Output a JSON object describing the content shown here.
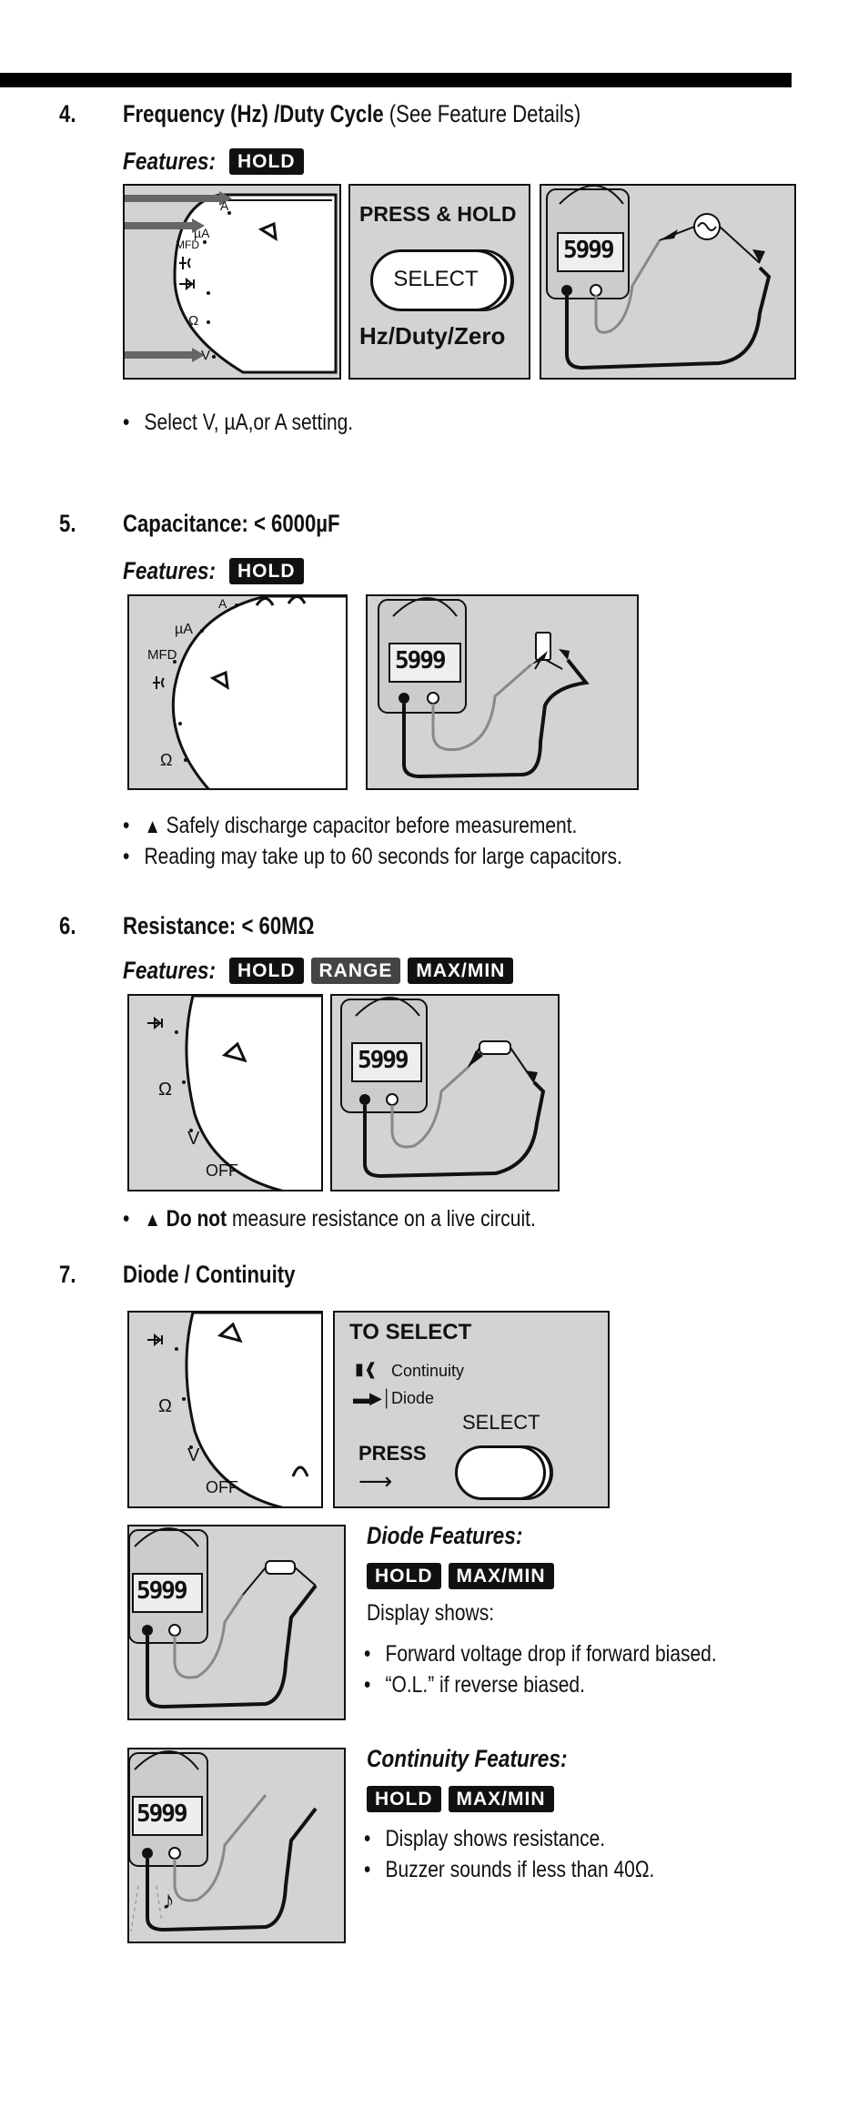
{
  "sec4": {
    "num": "4.",
    "title": "Frequency (Hz) /Duty Cycle",
    "note": " (See Feature Details)",
    "features_label": "Features:",
    "badges": [
      "HOLD"
    ],
    "dial_labels": [
      "A",
      "µA",
      "MFD",
      "Ω",
      "V"
    ],
    "press_hold": "PRESS & HOLD",
    "select": "SELECT",
    "hz": "Hz/Duty/Zero",
    "bullets": [
      "Select V, µA,or A setting."
    ]
  },
  "sec5": {
    "num": "5.",
    "title": "Capacitance: < 6000µF",
    "features_label": "Features:",
    "badges": [
      "HOLD"
    ],
    "dial_labels": [
      "A",
      "µA",
      "MFD",
      "Ω"
    ],
    "bullets": [
      "Safely discharge capacitor before measurement.",
      "Reading may take up to 60 seconds for large capacitors."
    ]
  },
  "sec6": {
    "num": "6.",
    "title": "Resistance: < 60MΩ",
    "features_label": "Features:",
    "badges": [
      "HOLD",
      "RANGE",
      "MAX/MIN"
    ],
    "dial_labels": [
      "Ω",
      "V",
      "OFF"
    ],
    "bullet_bold": "Do not",
    "bullet_rest": " measure resistance on a live circuit."
  },
  "sec7": {
    "num": "7.",
    "title": "Diode / Continuity",
    "dial_labels": [
      "Ω",
      "V",
      "OFF"
    ],
    "to_select": "TO SELECT",
    "continuity": "Continuity",
    "diode": "Diode",
    "select": "SELECT",
    "press": "PRESS",
    "diode_features": "Diode Features:",
    "diode_badges": [
      "HOLD",
      "MAX/MIN"
    ],
    "display_shows": "Display shows:",
    "diode_bullets": [
      "Forward voltage drop if forward biased.",
      "“O.L.” if reverse biased."
    ],
    "cont_features": "Continuity Features:",
    "cont_badges": [
      "HOLD",
      "MAX/MIN"
    ],
    "cont_bullets": [
      "Display shows resistance.",
      "Buzzer sounds if less than 40Ω."
    ]
  },
  "meter_reading": "5999",
  "colors": {
    "panel": "#d3d3d3",
    "badge": "#111111",
    "badge_range": "#444444"
  }
}
